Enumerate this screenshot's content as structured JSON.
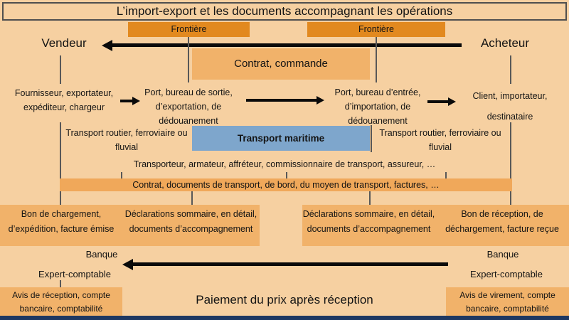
{
  "title": "L’import-export et les documents accompagnant les opérations",
  "frontier": {
    "left": "Frontière",
    "right": "Frontière"
  },
  "actors": {
    "vendeur": "Vendeur",
    "acheteur": "Acheteur"
  },
  "contract_box": "Contrat, commande",
  "row_ports": {
    "fournisseur": "Fournisseur, exportateur, expéditeur, chargeur",
    "port_exit": "Port, bureau de sortie, d’exportation, de dédouanement",
    "port_entry": "Port, bureau d’entrée, d’importation, de dédouanement",
    "client": "Client, importateur, destinataire"
  },
  "row_transport": {
    "left": "Transport routier, ferroviaire ou fluvial",
    "maritime": "Transport maritime",
    "right": "Transport routier, ferroviaire ou fluvial"
  },
  "transporteur_line": "Transporteur, armateur, affréteur, commissionnaire de transport, assureur, …",
  "documents_strip": "Contrat, documents de transport, de bord, du moyen de transport, factures, …",
  "doc_boxes": {
    "bon_chargement": "Bon de chargement, d’expédition, facture émise",
    "declarations_left": "Déclarations sommaire, en détail, documents d’accompagnement",
    "declarations_right": "Déclarations sommaire, en détail, documents d’accompagnement",
    "bon_reception": "Bon de réception, de déchargement, facture reçue"
  },
  "finance": {
    "banque_left": "Banque",
    "banque_right": "Banque",
    "expert_left": "Expert-comptable",
    "expert_right": "Expert-comptable"
  },
  "bottom": {
    "avis_reception": "Avis de réception, compte bancaire, comptabilité",
    "paiement": "Paiement du prix après réception",
    "avis_virement": "Avis de virement, compte bancaire, comptabilité"
  },
  "colors": {
    "background": "#F6D0A1",
    "frontier_orange": "#E2891F",
    "box_orange": "#F1B26A",
    "strip_orange": "#F0A85A",
    "maritime_blue": "#7EA6CC",
    "bottom_navy": "#1E3862",
    "line_gray": "#585858"
  }
}
